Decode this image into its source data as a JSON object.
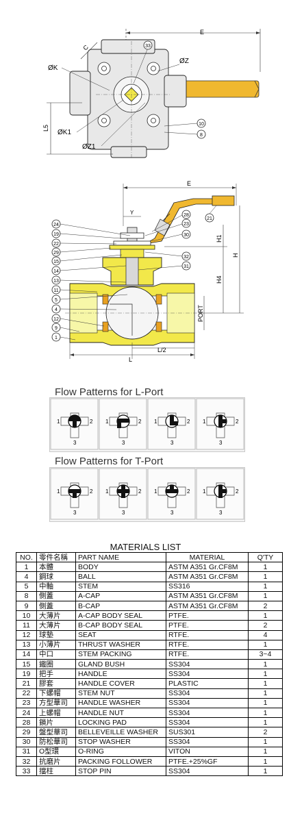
{
  "top_view": {
    "dims": [
      "E",
      "C",
      "ØK",
      "ØZ",
      "L5",
      "ØK1",
      "ØZ1"
    ],
    "callouts": [
      "33",
      "10",
      "8"
    ]
  },
  "section_view": {
    "dims": [
      "E",
      "Y",
      "H1",
      "H",
      "H4",
      "PORT",
      "L/2",
      "L"
    ],
    "callouts": [
      "24",
      "19",
      "22",
      "29",
      "15",
      "14",
      "13",
      "11",
      "5",
      "4",
      "12",
      "9",
      "1",
      "28",
      "23",
      "30",
      "32",
      "31",
      "21"
    ]
  },
  "flow_l": {
    "title": "Flow Patterns for L-Port",
    "labels": [
      "1",
      "2",
      "3"
    ]
  },
  "flow_t": {
    "title": "Flow Patterns for T-Port",
    "labels": [
      "1",
      "2",
      "3"
    ]
  },
  "materials": {
    "title": "MATERIALS LIST",
    "headers": [
      "NO.",
      "零件名稱",
      "PART NAME",
      "MATERIAL",
      "Q'TY"
    ],
    "rows": [
      [
        "1",
        "本體",
        "BODY",
        "ASTM A351 Gr.CF8M",
        "1"
      ],
      [
        "4",
        "鋼球",
        "BALL",
        "ASTM A351 Gr.CF8M",
        "1"
      ],
      [
        "5",
        "中軸",
        "STEM",
        "SS316",
        "1"
      ],
      [
        "8",
        "側蓋",
        "A-CAP",
        "ASTM A351 Gr.CF8M",
        "1"
      ],
      [
        "9",
        "側蓋",
        "B-CAP",
        "ASTM A351 Gr.CF8M",
        "2"
      ],
      [
        "10",
        "大薄片",
        "A-CAP BODY SEAL",
        "PTFE.",
        "1"
      ],
      [
        "11",
        "大薄片",
        "B-CAP BODY SEAL",
        "PTFE.",
        "2"
      ],
      [
        "12",
        "球墊",
        "SEAT",
        "RTFE.",
        "4"
      ],
      [
        "13",
        "小薄片",
        "THRUST WASHER",
        "RTFE.",
        "1"
      ],
      [
        "14",
        "中口",
        "STEM PACKING",
        "RTFE.",
        "3~4"
      ],
      [
        "15",
        "鐵圈",
        "GLAND BUSH",
        "SS304",
        "1"
      ],
      [
        "19",
        "把手",
        "HANDLE",
        "SS304",
        "1"
      ],
      [
        "21",
        "膠套",
        "HANDLE COVER",
        "PLASTIC",
        "1"
      ],
      [
        "22",
        "下螺帽",
        "STEM NUT",
        "SS304",
        "1"
      ],
      [
        "23",
        "方型華司",
        "HANDLE WASHER",
        "SS304",
        "1"
      ],
      [
        "24",
        "上螺帽",
        "HANDLE NUT",
        "SS304",
        "1"
      ],
      [
        "28",
        "鎖片",
        "LOCKING PAD",
        "SS304",
        "1"
      ],
      [
        "29",
        "盤型華司",
        "BELLEVEILLE WASHER",
        "SUS301",
        "2"
      ],
      [
        "30",
        "防松華司",
        "STOP WASHER",
        "SS304",
        "1"
      ],
      [
        "31",
        "O型環",
        "O-RING",
        "VITON",
        "1"
      ],
      [
        "32",
        "抗磨片",
        "PACKING FOLLOWER",
        "PTFE.+25%GF",
        "1"
      ],
      [
        "33",
        "擋柱",
        "STOP PIN",
        "SS304",
        "1"
      ]
    ]
  },
  "colors": {
    "body_yellow": "#f2e84a",
    "handle_yellow": "#f0b830",
    "line": "#222222"
  }
}
